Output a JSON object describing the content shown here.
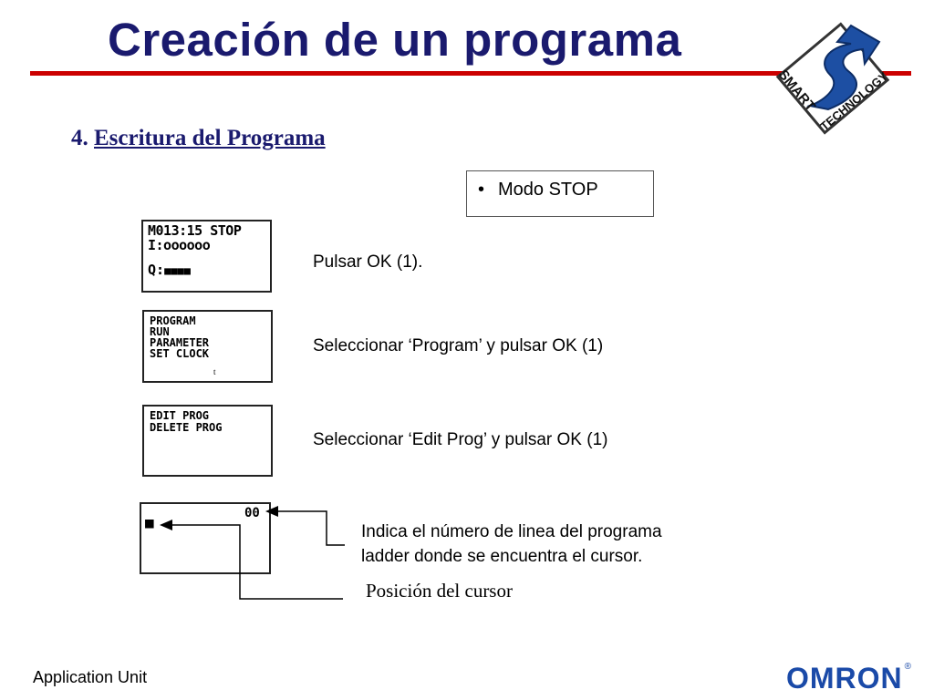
{
  "header": {
    "title": "Creación de un programa",
    "logo_top": "SMART",
    "logo_bottom": "TECHNOLOGY"
  },
  "section": {
    "number": "4.",
    "title": "Escritura del Programa"
  },
  "mode_box": {
    "bullet": "•",
    "label": "Modo STOP"
  },
  "screens": {
    "status": {
      "line1": "M013:15 STOP",
      "line2": "I:oooooo",
      "line3": "Q:",
      "q_blocks": [
        "■",
        "■",
        "■",
        "■"
      ]
    },
    "menu": {
      "items": [
        "PROGRAM",
        "RUN",
        "PARAMETER",
        "SET CLOCK"
      ],
      "mark": "t"
    },
    "edit": {
      "items": [
        "EDIT PROG",
        "DELETE PROG"
      ]
    },
    "ladder": {
      "line_number": "00",
      "cursor": "■"
    }
  },
  "instructions": {
    "step1": "Pulsar OK (1).",
    "step2": "Seleccionar ‘Program’ y pulsar OK (1)",
    "step3": "Seleccionar ‘Edit Prog’ y pulsar OK (1)"
  },
  "annotations": {
    "line_number_note_1": "Indica el número de linea del programa",
    "line_number_note_2": "ladder donde se encuentra el cursor.",
    "cursor_position": "Posición del cursor"
  },
  "footer": {
    "label": "Application Unit",
    "brand": "OMRON",
    "brand_reg": "®"
  },
  "colors": {
    "title": "#1a1a6e",
    "rule": "#cc0000",
    "brand": "#1a4aa8"
  }
}
